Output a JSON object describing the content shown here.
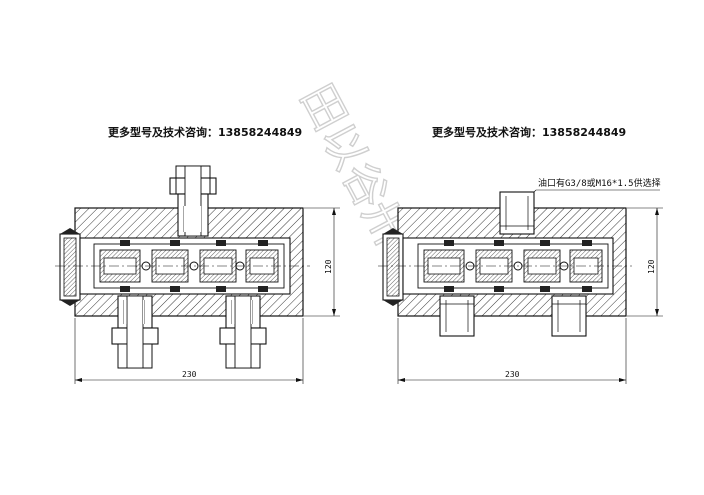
{
  "left_drawing": {
    "caption": "更多型号及技术咨询：13858244849",
    "dim_width": "230",
    "dim_height": "120"
  },
  "right_drawing": {
    "caption": "更多型号及技术咨询：13858244849",
    "note": "油口有G3/8或M16*1.5供选择",
    "dim_width": "230",
    "dim_height": "120"
  },
  "watermark": "田以谷卅"
}
